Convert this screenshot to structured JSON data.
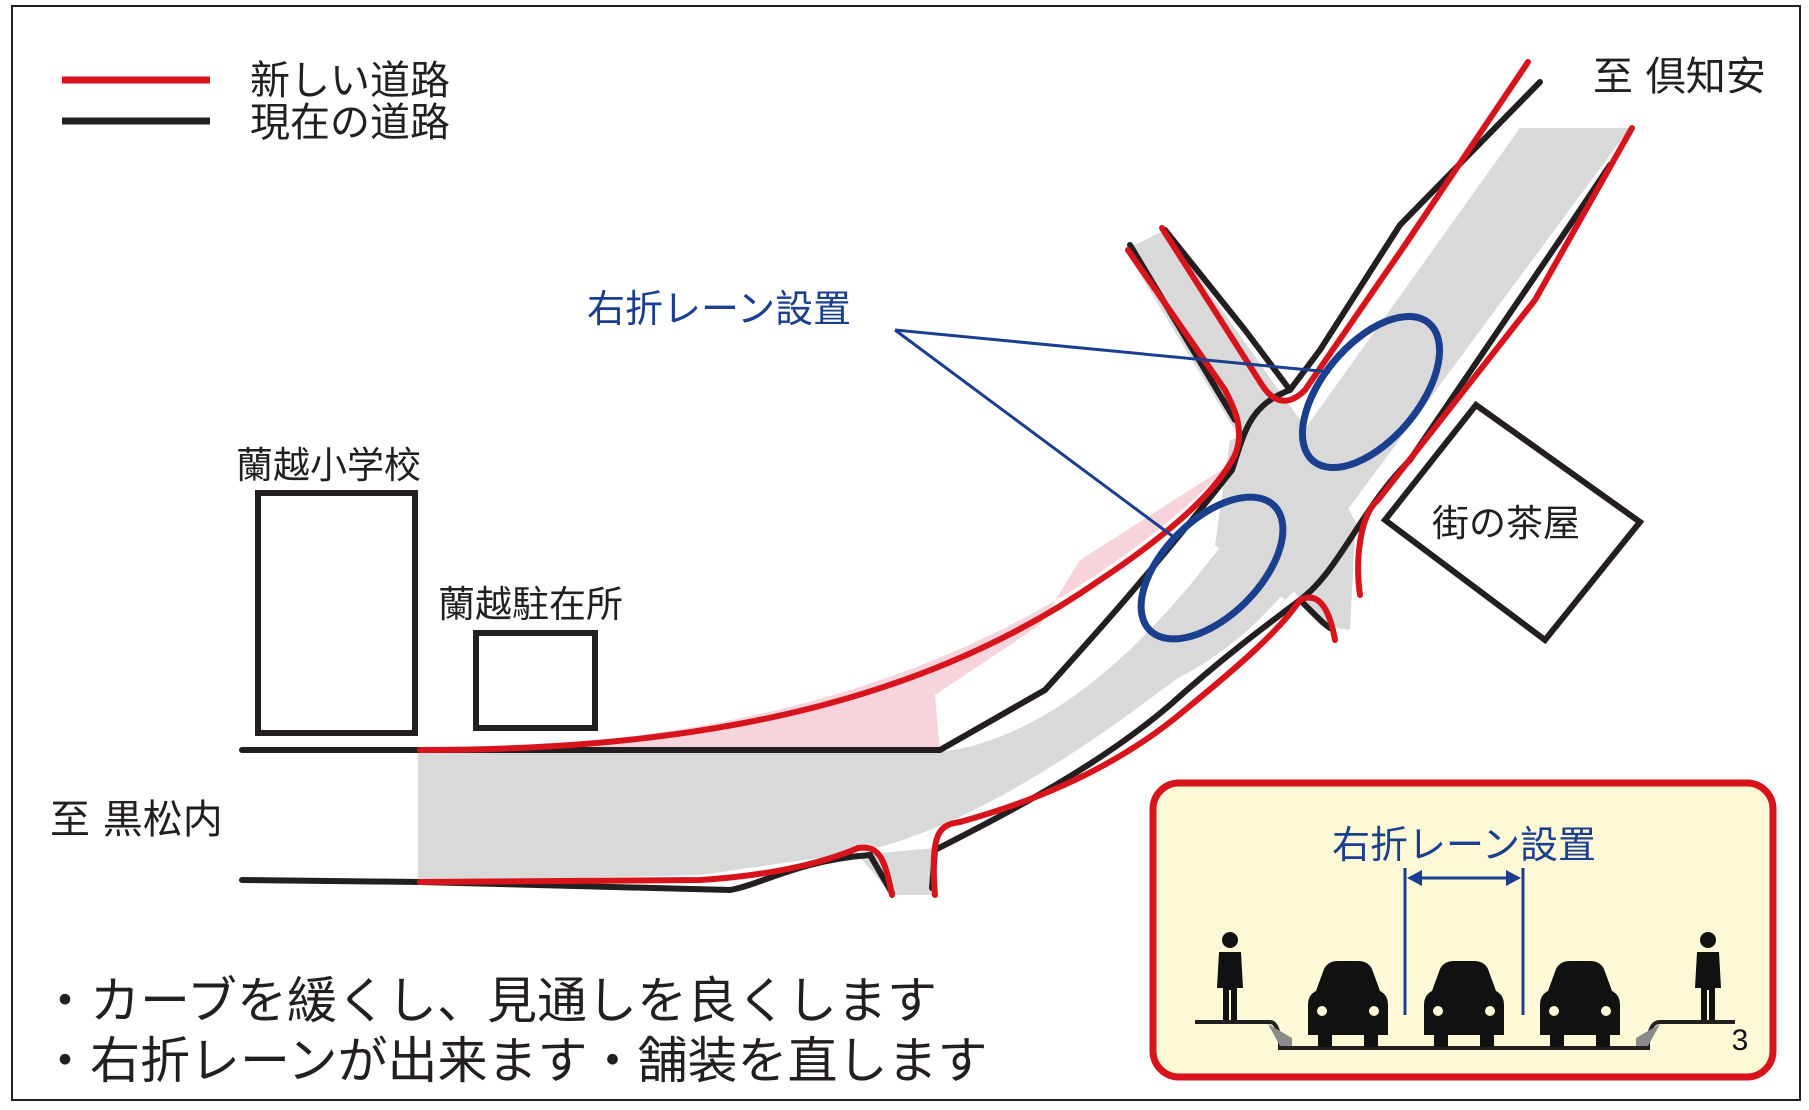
{
  "legend": {
    "new_road": "新しい道路",
    "current_road": "現在の道路"
  },
  "destinations": {
    "north_east": "至 倶知安",
    "west": "至 黒松内"
  },
  "buildings": {
    "school": "蘭越小学校",
    "police_box": "蘭越駐在所",
    "tea_house": "街の茶屋"
  },
  "annotations": {
    "right_turn_lane": "右折レーン設置"
  },
  "inset": {
    "label": "右折レーン設置"
  },
  "bullets": [
    "・カーブを緩くし、見通しを良くします",
    "・右折レーンが出来ます・舗装を直します"
  ],
  "page_number": "3",
  "colors": {
    "new_road": "#d7141c",
    "current_road": "#231f20",
    "road_fill": "#d9d9d9",
    "widening": "#f7d4dc",
    "annotation": "#1b3f8f",
    "inset_bg": "#fdf8d6"
  },
  "icons": {
    "pedestrian": "person-icon",
    "vehicle": "car-icon"
  }
}
